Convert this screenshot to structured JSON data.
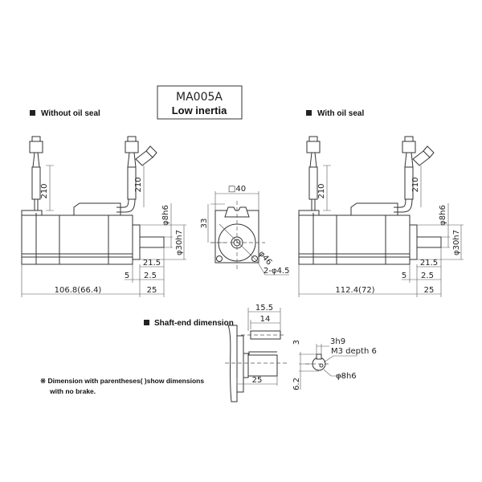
{
  "title": {
    "model": "MA005A",
    "subtitle": "Low inertia"
  },
  "sections": {
    "without_oil_seal": "Without oil seal",
    "with_oil_seal": "With oil seal",
    "shaft_end": "Shaft-end dimension"
  },
  "side_view_left": {
    "cable1": "210",
    "cable2": "210",
    "shaft_dia": "φ8h6",
    "flange_dia": "φ30h7",
    "d21_5": "21.5",
    "d5": "5",
    "d2_5": "2.5",
    "length": "106.8(66.4)",
    "shaft_len": "25"
  },
  "side_view_right": {
    "cable1": "210",
    "cable2": "210",
    "shaft_dia": "φ8h6",
    "flange_dia": "φ30h7",
    "d21_5": "21.5",
    "d5": "5",
    "d2_5": "2.5",
    "length": "112.4(72)",
    "shaft_len": "25"
  },
  "front_view": {
    "square": "□40",
    "height": "33",
    "pcd": "φ46",
    "holes": "2-φ4.5"
  },
  "shaft_detail": {
    "d15_5": "15.5",
    "d14": "14",
    "d25": "25",
    "d3": "3",
    "key": "3h9",
    "tap": "M3 depth 6",
    "d6_2": "6.2",
    "dia": "φ8h6"
  },
  "note": {
    "line1": "※ Dimension with parentheses( )show dimensions",
    "line2": "with no brake."
  }
}
